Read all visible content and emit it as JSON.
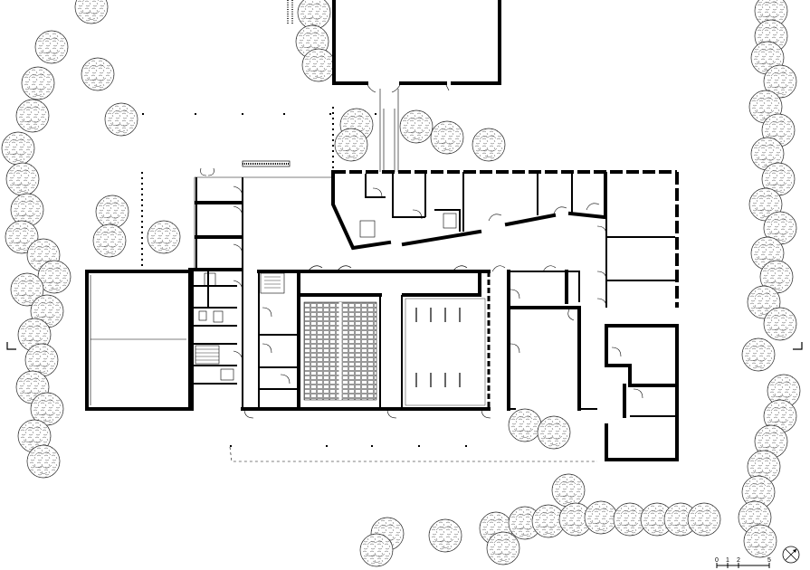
{
  "drawing": {
    "scale_bar": {
      "labels": [
        "0",
        "1",
        "2",
        "5"
      ]
    },
    "north_arrow": {
      "icon": "north-arrow-icon"
    },
    "section_marks": {
      "icon": "section-mark-icon"
    }
  }
}
